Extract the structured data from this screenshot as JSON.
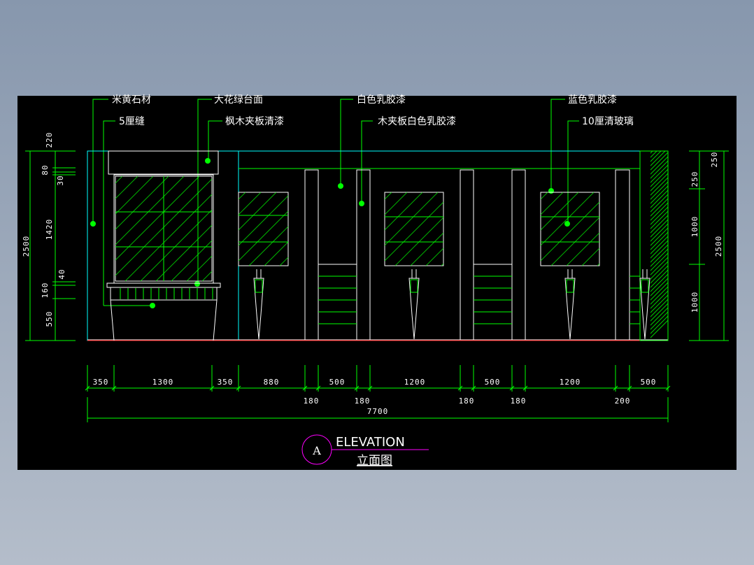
{
  "callouts": {
    "beige_stone": "米黄石材",
    "gap_5mm": "5厘缝",
    "green_marble_top": "大花绿台面",
    "maple_plywood_clear": "枫木夹板清漆",
    "white_latex": "白色乳胶漆",
    "plywood_white_latex": "木夹板白色乳胶漆",
    "blue_latex": "蓝色乳胶漆",
    "clear_glass_10mm": "10厘清玻璃"
  },
  "left_dims": {
    "total": "2500",
    "segments": [
      "220",
      "80",
      "30",
      "1420",
      "40",
      "160",
      "550"
    ]
  },
  "right_dims": {
    "total": "2500",
    "top": "250",
    "segments": [
      "250",
      "1000",
      "1000"
    ]
  },
  "bottom_dims": {
    "row1": [
      "350",
      "1300",
      "350",
      "880",
      "500",
      "1200",
      "500",
      "1200",
      "500"
    ],
    "row2": [
      "180",
      "180",
      "180",
      "180",
      "200"
    ],
    "total": "7700"
  },
  "title": {
    "marker": "A",
    "english": "ELEVATION",
    "chinese": "立面图"
  },
  "colors": {
    "dim": "#00ff00",
    "outline": "#ffffff",
    "axis": "#00ffff",
    "title_marker": "#ff00ff"
  }
}
